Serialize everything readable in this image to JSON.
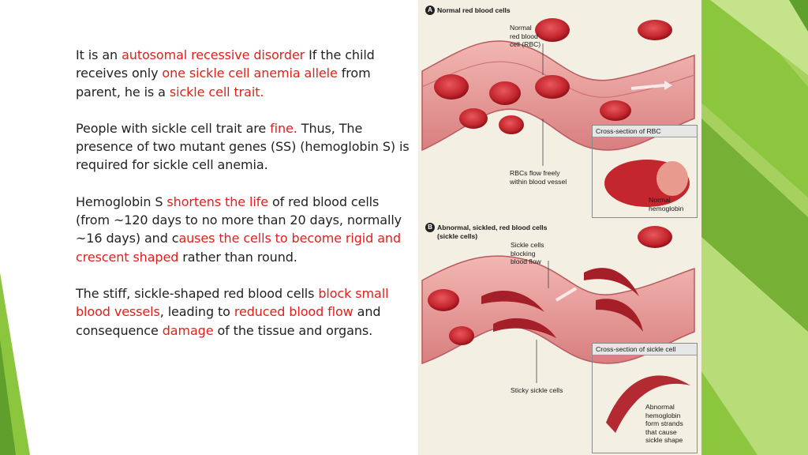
{
  "paragraphs": [
    [
      {
        "t": "It is an ",
        "hl": false
      },
      {
        "t": "autosomal recessive disorder",
        "hl": true
      },
      {
        "t": " If the child receives only ",
        "hl": false
      },
      {
        "t": "one sickle cell anemia allele",
        "hl": true
      },
      {
        "t": " from parent, he is a ",
        "hl": false
      },
      {
        "t": "sickle cell trait.",
        "hl": true
      }
    ],
    [
      {
        "t": "People with sickle cell trait are ",
        "hl": false
      },
      {
        "t": "fine.",
        "hl": true
      },
      {
        "t": " Thus, The presence of two mutant genes (SS) (hemoglobin S) is required for sickle cell anemia.",
        "hl": false
      }
    ],
    [
      {
        "t": "Hemoglobin S ",
        "hl": false
      },
      {
        "t": "shortens the life",
        "hl": true
      },
      {
        "t": " of red blood cells (from ~120 days to no more than 20 days, normally ~16 days) and c",
        "hl": false
      },
      {
        "t": "auses the cells to become rigid and crescent shaped",
        "hl": true
      },
      {
        "t": " rather than round.",
        "hl": false
      }
    ],
    [
      {
        "t": "The stiff, sickle-shaped red blood cells ",
        "hl": false
      },
      {
        "t": "block small blood vessels",
        "hl": true
      },
      {
        "t": ", leading to ",
        "hl": false
      },
      {
        "t": "reduced blood flow",
        "hl": true
      },
      {
        "t": " and consequence ",
        "hl": false
      },
      {
        "t": "damage",
        "hl": true
      },
      {
        "t": " of the tissue and organs.",
        "hl": false
      }
    ]
  ],
  "figure": {
    "panel_a": {
      "badge": "A",
      "title": "Normal red blood cells",
      "label_rbc": [
        "Normal",
        "red blood",
        "cell (RBC)"
      ],
      "label_flow": [
        "RBCs flow freely",
        "within blood vessel"
      ],
      "inset_title": "Cross-section of RBC",
      "inset_label": [
        "Normal",
        "hemoglobin"
      ]
    },
    "panel_b": {
      "badge": "B",
      "title": "Abnormal, sickled, red blood cells",
      "subtitle": "(sickle cells)",
      "label_block": [
        "Sickle cells",
        "blocking",
        "blood flow"
      ],
      "label_sticky": "Sticky sickle cells",
      "inset_title": "Cross-section of sickle cell",
      "inset_label": [
        "Abnormal",
        "hemoglobin",
        "form strands",
        "that cause",
        "sickle shape"
      ]
    }
  },
  "colors": {
    "highlight": "#e0201b",
    "body_text": "#222222",
    "accent_green": "#8cc63f",
    "vessel_pink": "#e79a9a",
    "cell_red": "#c4262e"
  }
}
